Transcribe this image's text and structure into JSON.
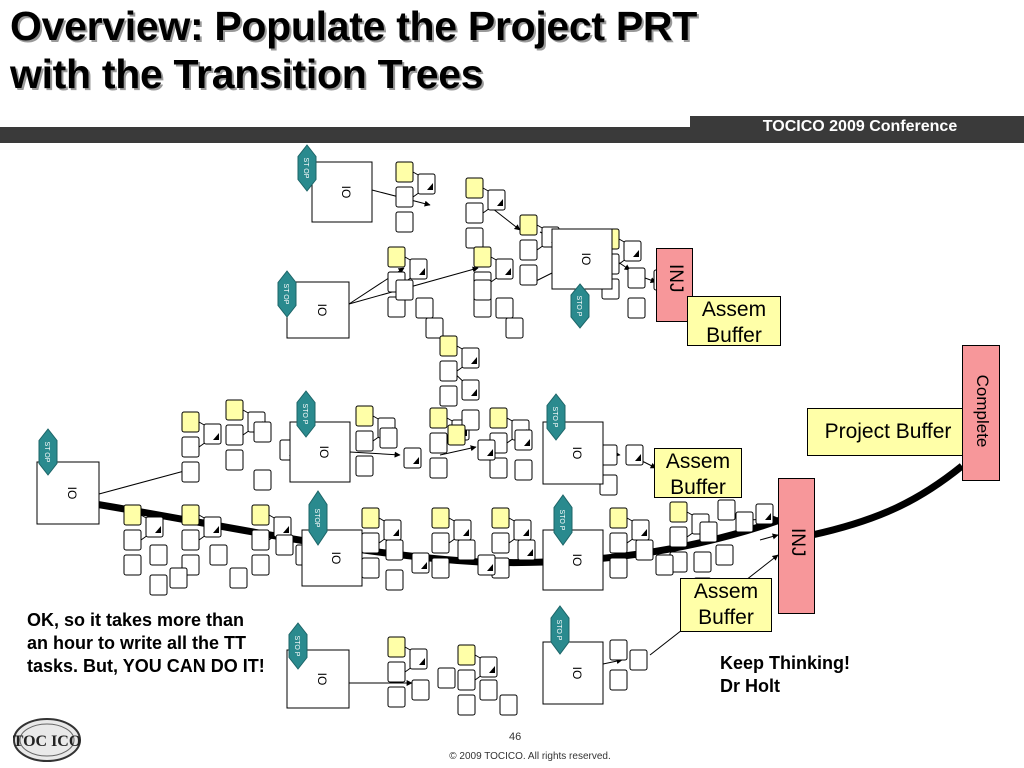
{
  "title": {
    "line1": "Overview: Populate the Project PRT",
    "line2": "with the Transition Trees"
  },
  "header_band": {
    "conference": "TOCICO 2009 Conference"
  },
  "diagram": {
    "io_label": "IO",
    "stop_label_a": "ST OP",
    "stop_label_b": "STO P",
    "stop_label_c": "STOP",
    "inj_label": "INJ",
    "assem_buffer": "Assem Buffer",
    "project_buffer": "Project Buffer",
    "complete": "Complete"
  },
  "notes": {
    "left": "OK, so it takes more than an hour to write all the TT tasks.  But, YOU CAN DO IT!",
    "right_line1": "Keep Thinking!",
    "right_line2": "Dr Holt"
  },
  "footer": {
    "page_number": "46",
    "copyright": "© 2009 TOCICO.  All rights reserved.",
    "logo_text": "TOC ICO"
  },
  "colors": {
    "yellow_box": "#ffffa8",
    "stop_teal": "#2a8a8e",
    "injection_pink": "#f7979a",
    "band_dark": "#3a3a3a"
  }
}
